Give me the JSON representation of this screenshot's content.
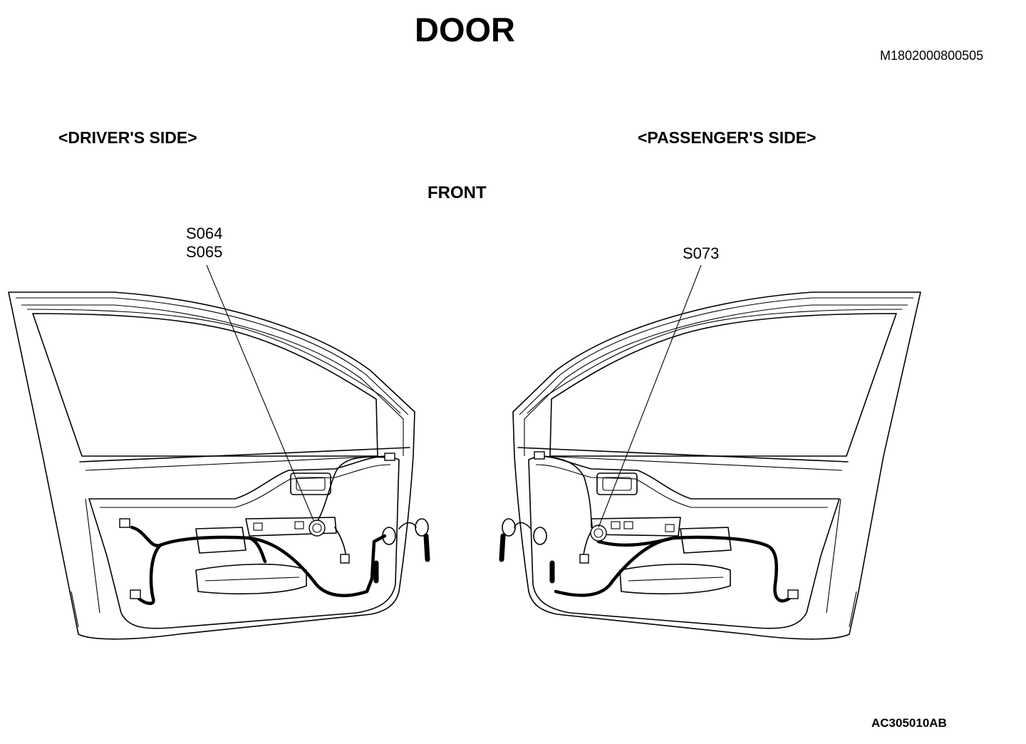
{
  "title": "DOOR",
  "doc_id": "M1802000800505",
  "figure_id": "AC305010AB",
  "orientation_label": "FRONT",
  "driver_side": {
    "header": "<DRIVER'S SIDE>",
    "callouts": [
      "S064",
      "S065"
    ]
  },
  "passenger_side": {
    "header": "<PASSENGER'S SIDE>",
    "callouts": [
      "S073"
    ]
  }
}
